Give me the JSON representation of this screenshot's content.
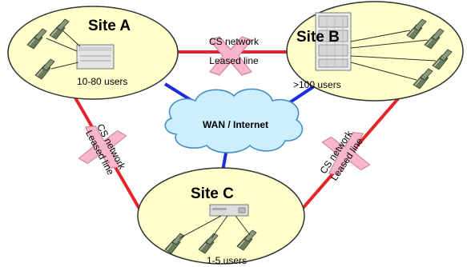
{
  "sites": {
    "a": {
      "name": "Site A",
      "users": "10-80 users"
    },
    "b": {
      "name": "Site B",
      "users": ">100 users"
    },
    "c": {
      "name": "Site C",
      "users": "1-5 users"
    }
  },
  "wan": {
    "label": "WAN / Internet"
  },
  "links": {
    "line1": "CS network",
    "line2": "Leased line"
  },
  "colors": {
    "site_fill": "#ffffcc",
    "site_stroke": "#333333",
    "leased_line": "#e8242b",
    "wan_link": "#1a2ee0",
    "cloud_fill": "#cceeff",
    "cloud_stroke": "#3a8ac8",
    "cross_fill": "#f7b6cc",
    "cross_stroke": "#c77a98"
  }
}
